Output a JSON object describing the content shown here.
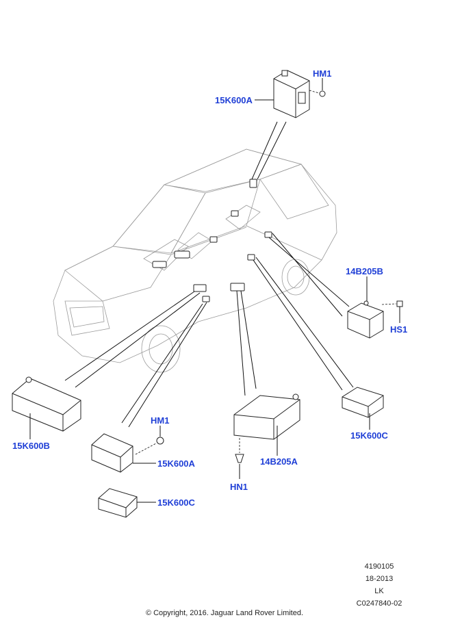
{
  "callouts": {
    "hm1_top": "HM1",
    "k600a_top": "15K600A",
    "b205b": "14B205B",
    "hs1": "HS1",
    "k600b": "15K600B",
    "hm1_mid": "HM1",
    "k600a_mid": "15K600A",
    "k600c_mid": "15K600C",
    "b205a": "14B205A",
    "hn1": "HN1",
    "k600c_right": "15K600C"
  },
  "reference": {
    "code": "4190105",
    "date": "18-2013",
    "initials": "LK",
    "drawing": "C0247840-02"
  },
  "copyright": "© Copyright, 2016. Jaguar Land Rover Limited.",
  "colors": {
    "callout": "#1f3fd6",
    "line": "#111111",
    "vehicle": "#9a9a9a"
  }
}
